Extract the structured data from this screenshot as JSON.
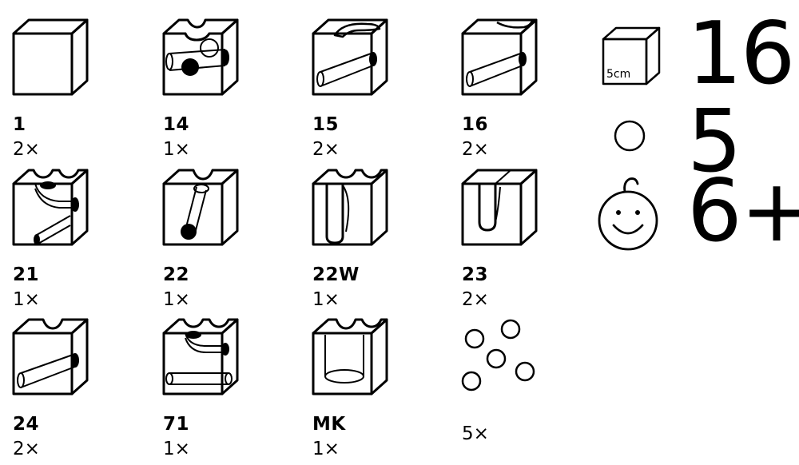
{
  "pieces": [
    {
      "id": "1",
      "qty": "2×",
      "icon": "plain-cube-icon"
    },
    {
      "id": "14",
      "qty": "1×",
      "icon": "tunnel-ball-cube-icon"
    },
    {
      "id": "15",
      "qty": "2×",
      "icon": "curve-tunnel-cube-icon"
    },
    {
      "id": "16",
      "qty": "2×",
      "icon": "curve-tunnel-cube-icon"
    },
    {
      "id": "21",
      "qty": "1×",
      "icon": "split-cube-icon"
    },
    {
      "id": "22",
      "qty": "1×",
      "icon": "diagonal-tunnel-cube-icon"
    },
    {
      "id": "22W",
      "qty": "1×",
      "icon": "double-groove-cube-icon"
    },
    {
      "id": "23",
      "qty": "2×",
      "icon": "u-groove-cube-icon"
    },
    {
      "id": "24",
      "qty": "2×",
      "icon": "straight-tunnel-cube-icon"
    },
    {
      "id": "71",
      "qty": "1×",
      "icon": "double-tunnel-cube-icon"
    },
    {
      "id": "MK",
      "qty": "1×",
      "icon": "marble-catcher-cube-icon"
    }
  ],
  "marbles": {
    "qty": "5×",
    "icon": "marbles-icon"
  },
  "stats": {
    "cube_size_label": "5cm",
    "cube_count": "16",
    "marble_count": "5",
    "age": "6+"
  }
}
